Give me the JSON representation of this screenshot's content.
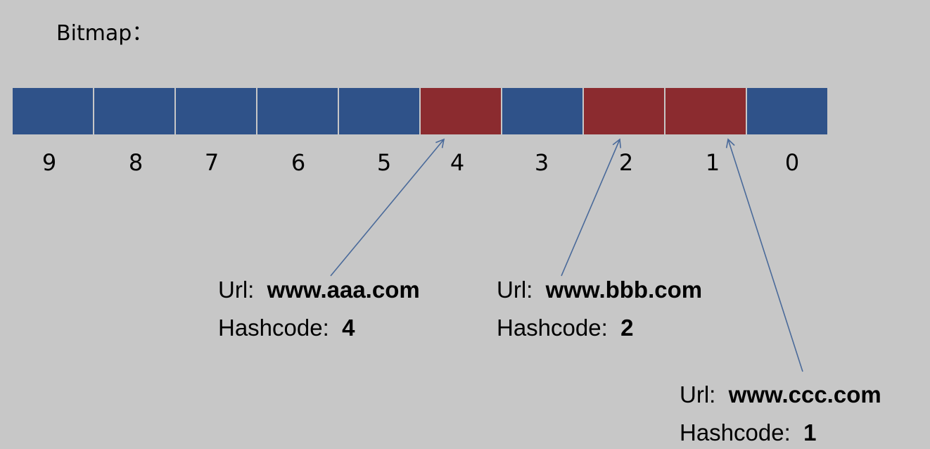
{
  "title": "Bitmap：",
  "bitmap": {
    "cells": [
      {
        "index": "9",
        "set": false
      },
      {
        "index": "8",
        "set": false
      },
      {
        "index": "7",
        "set": false
      },
      {
        "index": "6",
        "set": false
      },
      {
        "index": "5",
        "set": false
      },
      {
        "index": "4",
        "set": true
      },
      {
        "index": "3",
        "set": false
      },
      {
        "index": "2",
        "set": true
      },
      {
        "index": "1",
        "set": true
      },
      {
        "index": "0",
        "set": false
      }
    ],
    "colors": {
      "unset": "#2f5289",
      "set": "#8b2b2f",
      "arrow": "#4a6a9a"
    }
  },
  "entries": [
    {
      "url_label": "Url:",
      "url": "www.aaa.com",
      "hash_label": "Hashcode:",
      "hash": "4"
    },
    {
      "url_label": "Url:",
      "url": "www.bbb.com",
      "hash_label": "Hashcode:",
      "hash": "2"
    },
    {
      "url_label": "Url:",
      "url": "www.ccc.com",
      "hash_label": "Hashcode:",
      "hash": "1"
    }
  ]
}
